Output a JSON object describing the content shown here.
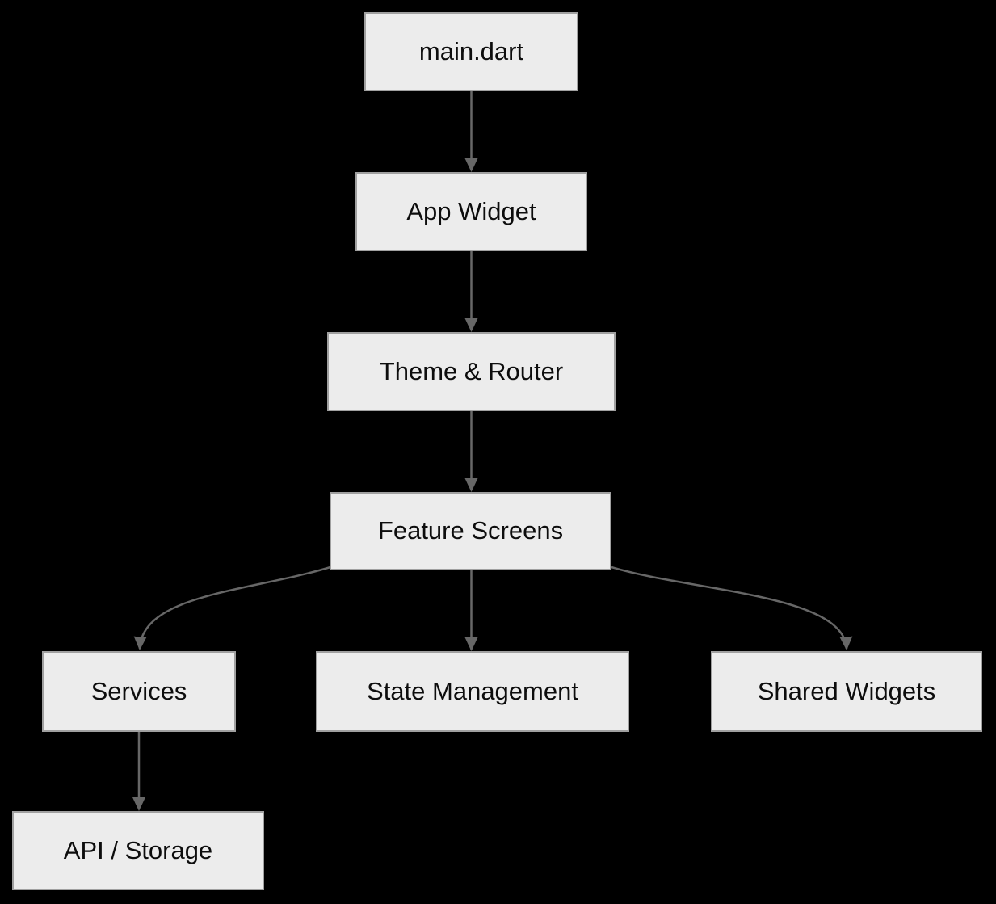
{
  "diagram": {
    "type": "flowchart",
    "direction": "top-down",
    "nodes": {
      "main_dart": {
        "label": "main.dart"
      },
      "app_widget": {
        "label": "App Widget"
      },
      "theme_router": {
        "label": "Theme & Router"
      },
      "feature_screens": {
        "label": "Feature Screens"
      },
      "services": {
        "label": "Services"
      },
      "state_management": {
        "label": "State Management"
      },
      "shared_widgets": {
        "label": "Shared Widgets"
      },
      "api_storage": {
        "label": "API / Storage"
      }
    },
    "edges": [
      {
        "from": "main.dart",
        "to": "App Widget"
      },
      {
        "from": "App Widget",
        "to": "Theme & Router"
      },
      {
        "from": "Theme & Router",
        "to": "Feature Screens"
      },
      {
        "from": "Feature Screens",
        "to": "Services"
      },
      {
        "from": "Feature Screens",
        "to": "State Management"
      },
      {
        "from": "Feature Screens",
        "to": "Shared Widgets"
      },
      {
        "from": "Services",
        "to": "API / Storage"
      }
    ],
    "colors": {
      "background": "#000000",
      "node_fill": "#ececec",
      "node_border": "#a0a0a0",
      "edge_stroke": "#676767",
      "label_text": "#0d0d0d"
    }
  }
}
